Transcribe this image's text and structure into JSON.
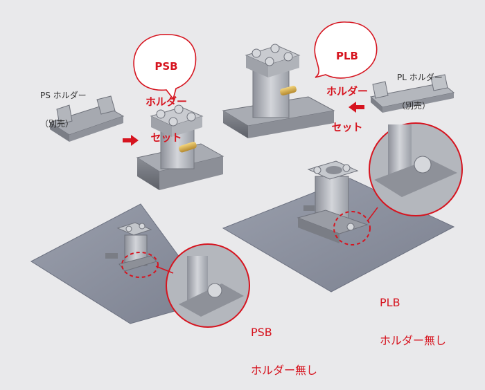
{
  "labels": {
    "ps_holder": {
      "line1": "PS ホルダー",
      "line2": "（別売）"
    },
    "pl_holder": {
      "line1": "PL ホルダー",
      "line2": "（別売）"
    },
    "psb_set": {
      "line1": "PSB",
      "line2": "ホルダー",
      "line3": "セット"
    },
    "plb_set": {
      "line1": "PLB",
      "line2": "ホルダー",
      "line3": "セット"
    },
    "psb_none": {
      "line1": "PSB",
      "line2": "ホルダー無し"
    },
    "plb_none": {
      "line1": "PLB",
      "line2": "ホルダー無し"
    }
  },
  "colors": {
    "accent_red": "#d6141f",
    "background": "#e9e9eb",
    "plate": "#8c909c",
    "metal": "#a9adb5"
  }
}
